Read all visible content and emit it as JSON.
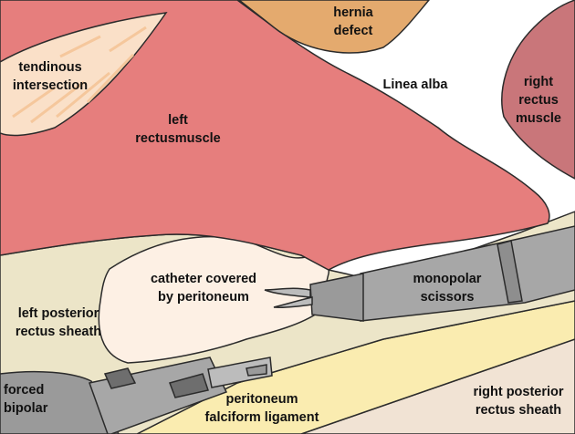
{
  "labels": {
    "hernia_defect": [
      "hernia",
      "defect"
    ],
    "tendinous_intersection": [
      "tendinous",
      "intersection"
    ],
    "linea_alba": [
      "Linea alba"
    ],
    "right_rectus_muscle": [
      "right",
      "rectus",
      "muscle"
    ],
    "left_rectus_muscle": [
      "left",
      "rectusmuscle"
    ],
    "catheter": [
      "catheter covered",
      "by peritoneum"
    ],
    "monopolar_scissors": [
      "monopolar",
      "scissors"
    ],
    "left_posterior_rectus_sheath": [
      "left posterior",
      "rectus sheath"
    ],
    "forced_bipolar": [
      "forced",
      "bipolar"
    ],
    "peritoneum_falciform": [
      "peritoneum",
      "falciform ligament"
    ],
    "right_posterior_rectus_sheath": [
      "right posterior",
      "rectus sheath"
    ]
  },
  "colors": {
    "background": "#ffffff",
    "left_rectus_muscle": "#e67e7d",
    "right_rectus_muscle": "#c9767a",
    "hernia_defect": "#e4aa6e",
    "tendinous_intersection": "#fae0c8",
    "posterior_sheath": "#ece5c8",
    "catheter_peritoneum": "#fdf0e4",
    "falciform_ligament": "#faecb0",
    "right_posterior_sheath": "#f1e3d4",
    "instrument_gray": "#a7a7a7",
    "instrument_dark": "#6e6e6e",
    "outline": "#2b2b2b"
  }
}
